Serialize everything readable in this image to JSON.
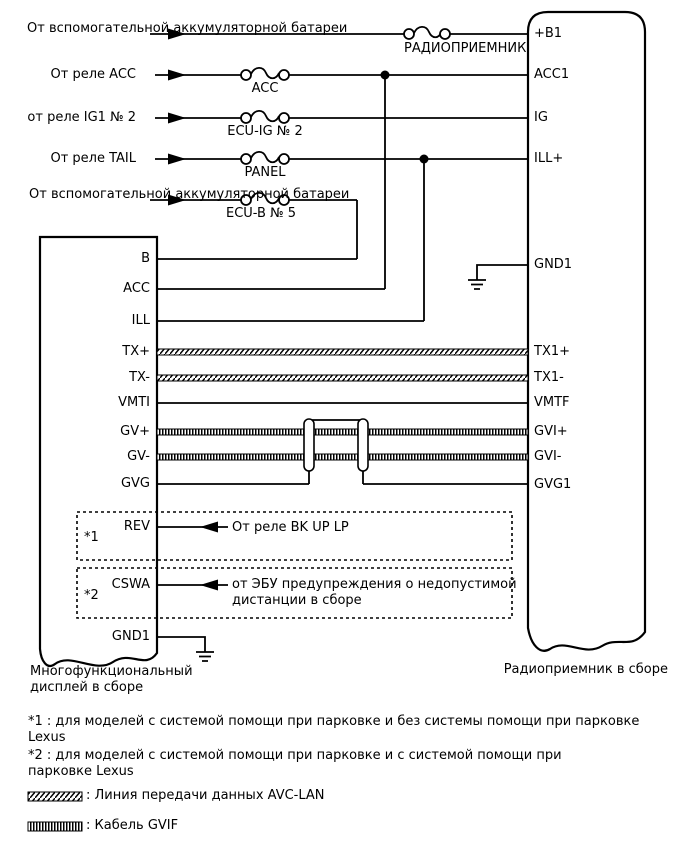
{
  "colors": {
    "ink": "#000000",
    "background": "#ffffff"
  },
  "sources": [
    {
      "label": "От вспомогательной аккумуляторной батареи",
      "fuse": "РАДИОПРИЕМНИК"
    },
    {
      "label": "От реле ACC",
      "fuse": "ACC"
    },
    {
      "label": "от реле IG1 № 2",
      "fuse": "ECU-IG № 2"
    },
    {
      "label": "От реле TAIL",
      "fuse": "PANEL"
    },
    {
      "label": "От вспомогательной аккумуляторной батареи",
      "fuse": "ECU-B № 5"
    }
  ],
  "display": {
    "name_lines": [
      "Многофункциональный",
      "дисплей в сборе"
    ],
    "pins": [
      "B",
      "ACC",
      "ILL",
      "TX+",
      "TX-",
      "VMTI",
      "GV+",
      "GV-",
      "GVG",
      "REV",
      "CSWA",
      "GND1"
    ]
  },
  "radio": {
    "name": "Радиоприемник в сборе",
    "pins": [
      "+B1",
      "ACC1",
      "IG",
      "ILL+",
      "GND1",
      "TX1+",
      "TX1-",
      "VMTF",
      "GVI+",
      "GVI-",
      "GVG1"
    ]
  },
  "callouts": {
    "rev": {
      "marker": "*1",
      "source": "От реле BK UP LP"
    },
    "cswa": {
      "marker": "*2",
      "source_lines": [
        "от ЭБУ предупреждения о недопустимой",
        "дистанции в сборе"
      ]
    }
  },
  "footnotes": [
    {
      "lines": [
        "*1 : для моделей с системой помощи при парковке и без системы помощи при парковке",
        "Lexus"
      ]
    },
    {
      "lines": [
        "*2 : для моделей с системой помощи при парковке и с системой помощи при",
        "парковке Lexus"
      ]
    }
  ],
  "legend": [
    {
      "swatch": "avc-lan-hatched-line",
      "label": ": Линия передачи данных AVC-LAN"
    },
    {
      "swatch": "gvif-ticked-line",
      "label": ": Кабель GVIF"
    }
  ]
}
